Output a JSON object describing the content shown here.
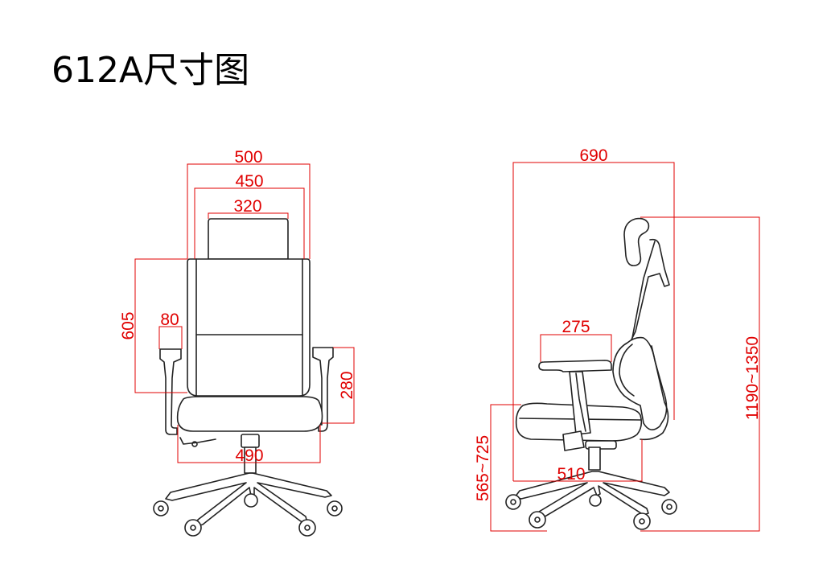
{
  "title": "612A尺寸图",
  "colors": {
    "dimension": "#e00000",
    "outline": "#222222",
    "background": "#ffffff"
  },
  "front_view": {
    "overall_width": "500",
    "backrest_width": "450",
    "headrest_width": "320",
    "backrest_height": "605",
    "armrest_width": "80",
    "armrest_height": "280",
    "seat_width": "490"
  },
  "side_view": {
    "overall_depth": "690",
    "armrest_length": "275",
    "seat_height": "565~725",
    "seat_depth": "510",
    "overall_height": "1190~1350"
  }
}
